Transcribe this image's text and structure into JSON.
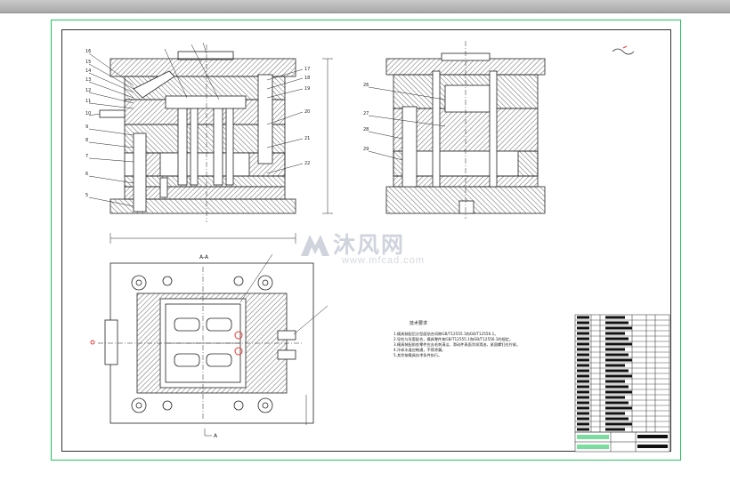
{
  "watermark": {
    "cn": "沐风网",
    "url": "www.mfcad.com"
  },
  "tech_notes": {
    "title": "技术要求",
    "items": [
      "1.模具装配后分型面贴合间隙GB/T12555.1和GB/T12556.1。",
      "2.导柱与导套配合，模具零件按GB/T12555.1和GB/T12556.1的规定。",
      "3.模具装配前各零件应去毛刺清洁，滑动件表面涂润滑油，紧固螺钉应拧紧。",
      "4.冷却水道应畅通，不得渗漏。",
      "5.其余按模具技术条件执行。"
    ]
  },
  "section_labels": {
    "top_section": "A-A",
    "plan_section": "A"
  },
  "colors": {
    "frame": "#22c55e",
    "line": "#222222",
    "hatch": "#555555",
    "marker": "#e53935",
    "watermark": "#cfd3dc"
  }
}
